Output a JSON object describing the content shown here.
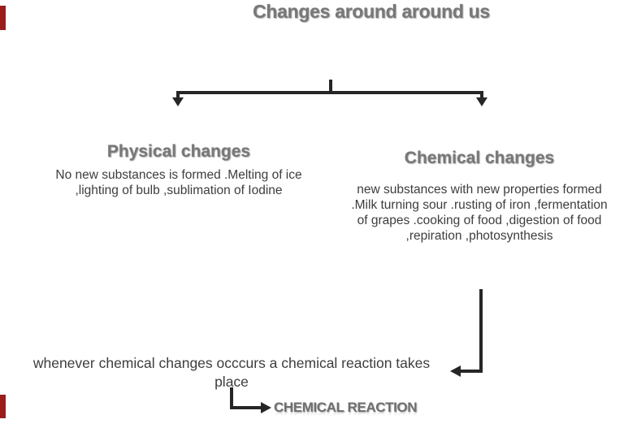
{
  "title": "Changes around around us",
  "branches": {
    "physical": {
      "heading": "Physical changes",
      "body_lines": [
        "No new substances is formed .Melting of ice",
        ",lighting of bulb ,sublimation of Iodine"
      ]
    },
    "chemical": {
      "heading": "Chemical changes",
      "body_lines": [
        "new substances with new properties formed",
        ".Milk turning sour .rusting of iron ,fermentation",
        "of grapes .cooking of food ,digestion of food",
        ",repiration ,photosynthesis"
      ]
    }
  },
  "conclusion": {
    "lines": [
      "whenever chemical changes occcurs a chemical reaction takes",
      "place"
    ],
    "result_label": "CHEMICAL REACTION"
  },
  "colors": {
    "heading_gray": "#787878",
    "body_text": "#3d3d3d",
    "arrow_black": "#262626",
    "edge_marker_red": "#9b1c1c",
    "background": "#ffffff"
  }
}
